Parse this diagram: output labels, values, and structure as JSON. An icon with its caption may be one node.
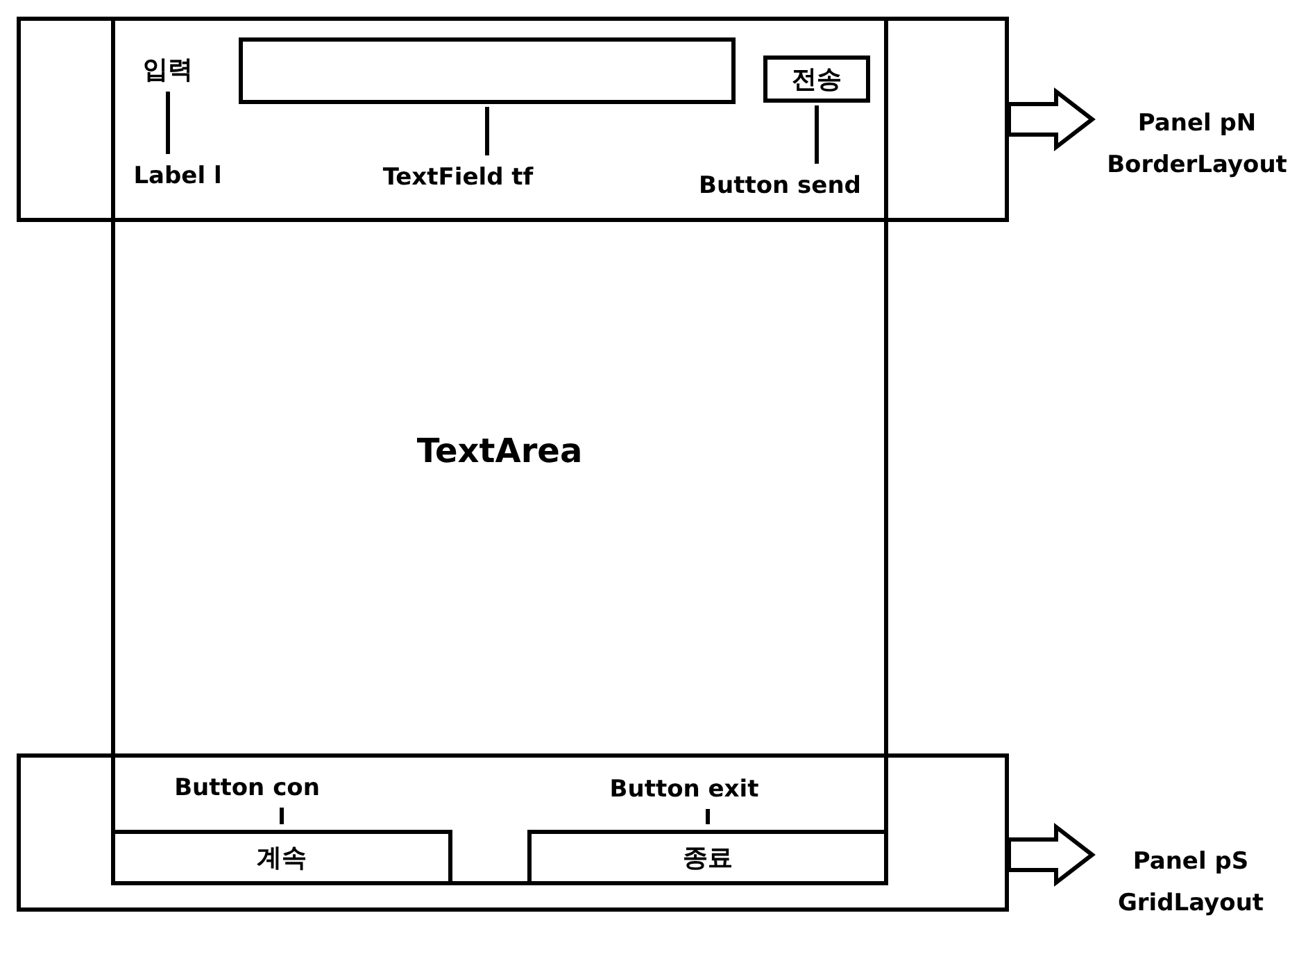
{
  "diagram": {
    "nodes": [
      {
        "text": [],
        "shape": "box"
      },
      {
        "text": [
          "입력"
        ]
      },
      {
        "text": [],
        "shape": "box"
      },
      {
        "text": [
          "전송"
        ]
      },
      {
        "text": [
          "Label l"
        ]
      },
      {
        "text": [
          "TextField tf"
        ]
      },
      {
        "text": [
          "Button send"
        ]
      },
      {
        "text": [
          "Panel pN",
          "BorderLayout"
        ]
      },
      {
        "text": [
          "TextArea"
        ]
      },
      {
        "text": [],
        "shape": "box"
      },
      {
        "text": [
          "Button con"
        ]
      },
      {
        "text": [
          "Button exit"
        ]
      },
      {
        "text": [
          "계속"
        ]
      },
      {
        "text": [
          "종료"
        ]
      },
      {
        "text": [
          "Panel pS",
          "GridLayout"
        ]
      }
    ],
    "edges": [
      {
        "from": 1,
        "to": 4,
        "arrow": "none"
      },
      {
        "from": 2,
        "to": 5,
        "arrow": "none"
      },
      {
        "from": 3,
        "to": 6,
        "arrow": "none"
      },
      {
        "from": 0,
        "to": 7,
        "arrow": "to"
      },
      {
        "from": 10,
        "to": 12,
        "arrow": "none"
      },
      {
        "from": 11,
        "to": 13,
        "arrow": "none"
      },
      {
        "from": 9,
        "to": 14,
        "arrow": "to"
      }
    ]
  }
}
